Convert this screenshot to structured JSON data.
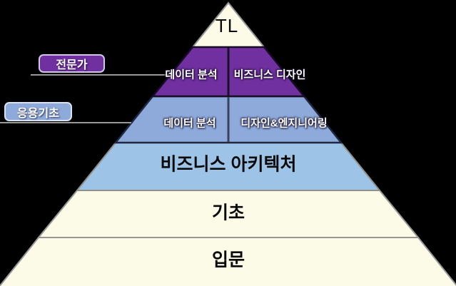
{
  "background_color": "#000000",
  "pyramid": {
    "levels": [
      {
        "name": "top",
        "label": "TL",
        "fill": "#FBFBE7",
        "text_color": "#000000"
      },
      {
        "name": "expert-level",
        "fill": "#7030A0",
        "text_color": "#FFFFFF",
        "cells": [
          {
            "label": "데이터 분석"
          },
          {
            "label": "비즈니스 디자인"
          }
        ]
      },
      {
        "name": "applied-level",
        "fill": "#8EAADB",
        "text_color": "#FFFFFF",
        "cells": [
          {
            "label": "데이터 분석"
          },
          {
            "label": "디자인&엔지니어링"
          }
        ]
      },
      {
        "name": "business-architecture",
        "label": "비즈니스 아키텍처",
        "fill": "#9DC3E6",
        "text_color": "#000000"
      },
      {
        "name": "basics",
        "label": "기초",
        "fill": "#FBFBE7",
        "text_color": "#000000"
      },
      {
        "name": "introduction",
        "label": "입문",
        "fill": "#FBFBE7",
        "text_color": "#000000"
      }
    ]
  },
  "side_labels": [
    {
      "label": "전문가",
      "fill": "#7030A0",
      "border_color": "#CFC9E6",
      "text_color": "#FFFFFF"
    },
    {
      "label": "응용기초",
      "fill": "#8EAADB",
      "border_color": "#D8E2F2",
      "text_color": "#FFFFFF"
    }
  ],
  "colors": {
    "outline_gray": "#969696",
    "level4_edge": "#90908A",
    "dark_purple_line": "#170D24",
    "navy_line": "#1F2840",
    "divider_expert": "#1A1028",
    "divider_applied": "#39435C",
    "connector_line": "#999999"
  }
}
